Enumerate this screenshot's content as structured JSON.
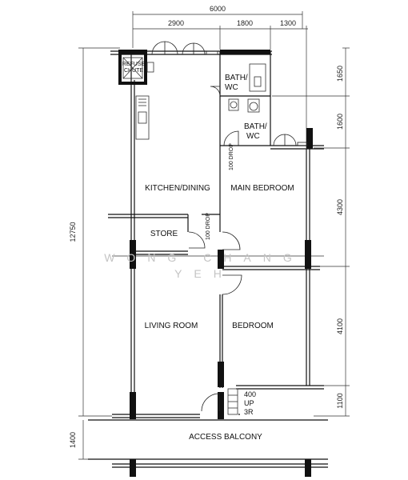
{
  "dimensions": {
    "top_total": "6000",
    "top_segments": [
      "2900",
      "1800",
      "1300"
    ],
    "left_total": "12750",
    "left_balcony": "1400",
    "right_segments": [
      "1650",
      "1600",
      "4300",
      "4100",
      "1100"
    ]
  },
  "rooms": {
    "kitchen": "KITCHEN/DINING",
    "main_bedroom": "MAIN BEDROOM",
    "store": "STORE",
    "living_room": "LIVING ROOM",
    "bedroom": "BEDROOM",
    "bath_upper_1": "BATH/",
    "bath_upper_2": "WC",
    "bath_lower_1": "BATH/",
    "bath_lower_2": "WC",
    "access_balcony": "ACCESS BALCONY"
  },
  "labels": {
    "refuse_1": "REFUSE",
    "refuse_2": "CHUTE",
    "drop_bath": "100 DROP",
    "drop_store": "100 DROP",
    "step_1": "400",
    "step_2": "UP",
    "step_3": "3R"
  },
  "watermark": {
    "line1": "WONG CHANG",
    "line2": "YEH"
  }
}
